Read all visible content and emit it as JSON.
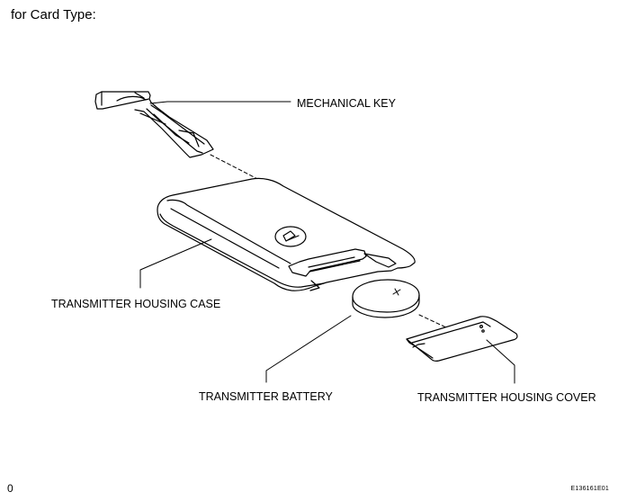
{
  "heading": "for Card Type:",
  "labels": {
    "mechanical_key": "MECHANICAL KEY",
    "housing_case": "TRANSMITTER HOUSING CASE",
    "battery": "TRANSMITTER BATTERY",
    "housing_cover": "TRANSMITTER HOUSING COVER"
  },
  "footer": {
    "left": "0",
    "right": "E136161E01"
  }
}
